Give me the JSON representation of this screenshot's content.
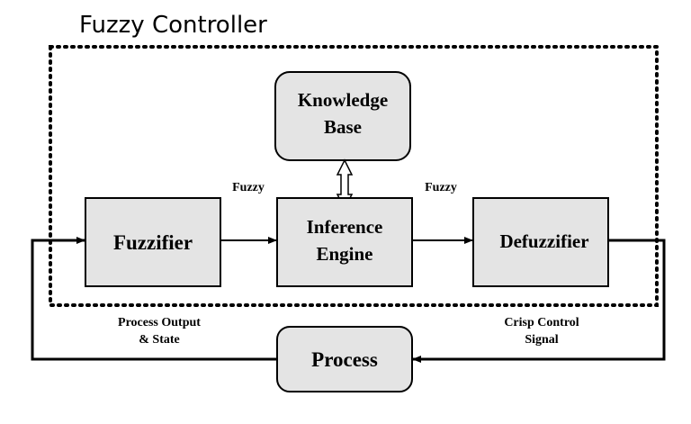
{
  "title": "Fuzzy Controller",
  "blocks": {
    "knowledge_base": {
      "line1": "Knowledge",
      "line2": "Base"
    },
    "fuzzifier": {
      "label": "Fuzzifier"
    },
    "inference_engine": {
      "line1": "Inference",
      "line2": "Engine"
    },
    "defuzzifier": {
      "label": "Defuzzifier"
    },
    "process": {
      "label": "Process"
    }
  },
  "labels": {
    "fuzzy_left": "Fuzzy",
    "fuzzy_right": "Fuzzy",
    "process_output_line1": "Process Output",
    "process_output_line2": "& State",
    "crisp_control_line1": "Crisp Control",
    "crisp_control_line2": "Signal"
  },
  "colors": {
    "block_fill": "#e4e4e4",
    "stroke": "#000000"
  }
}
